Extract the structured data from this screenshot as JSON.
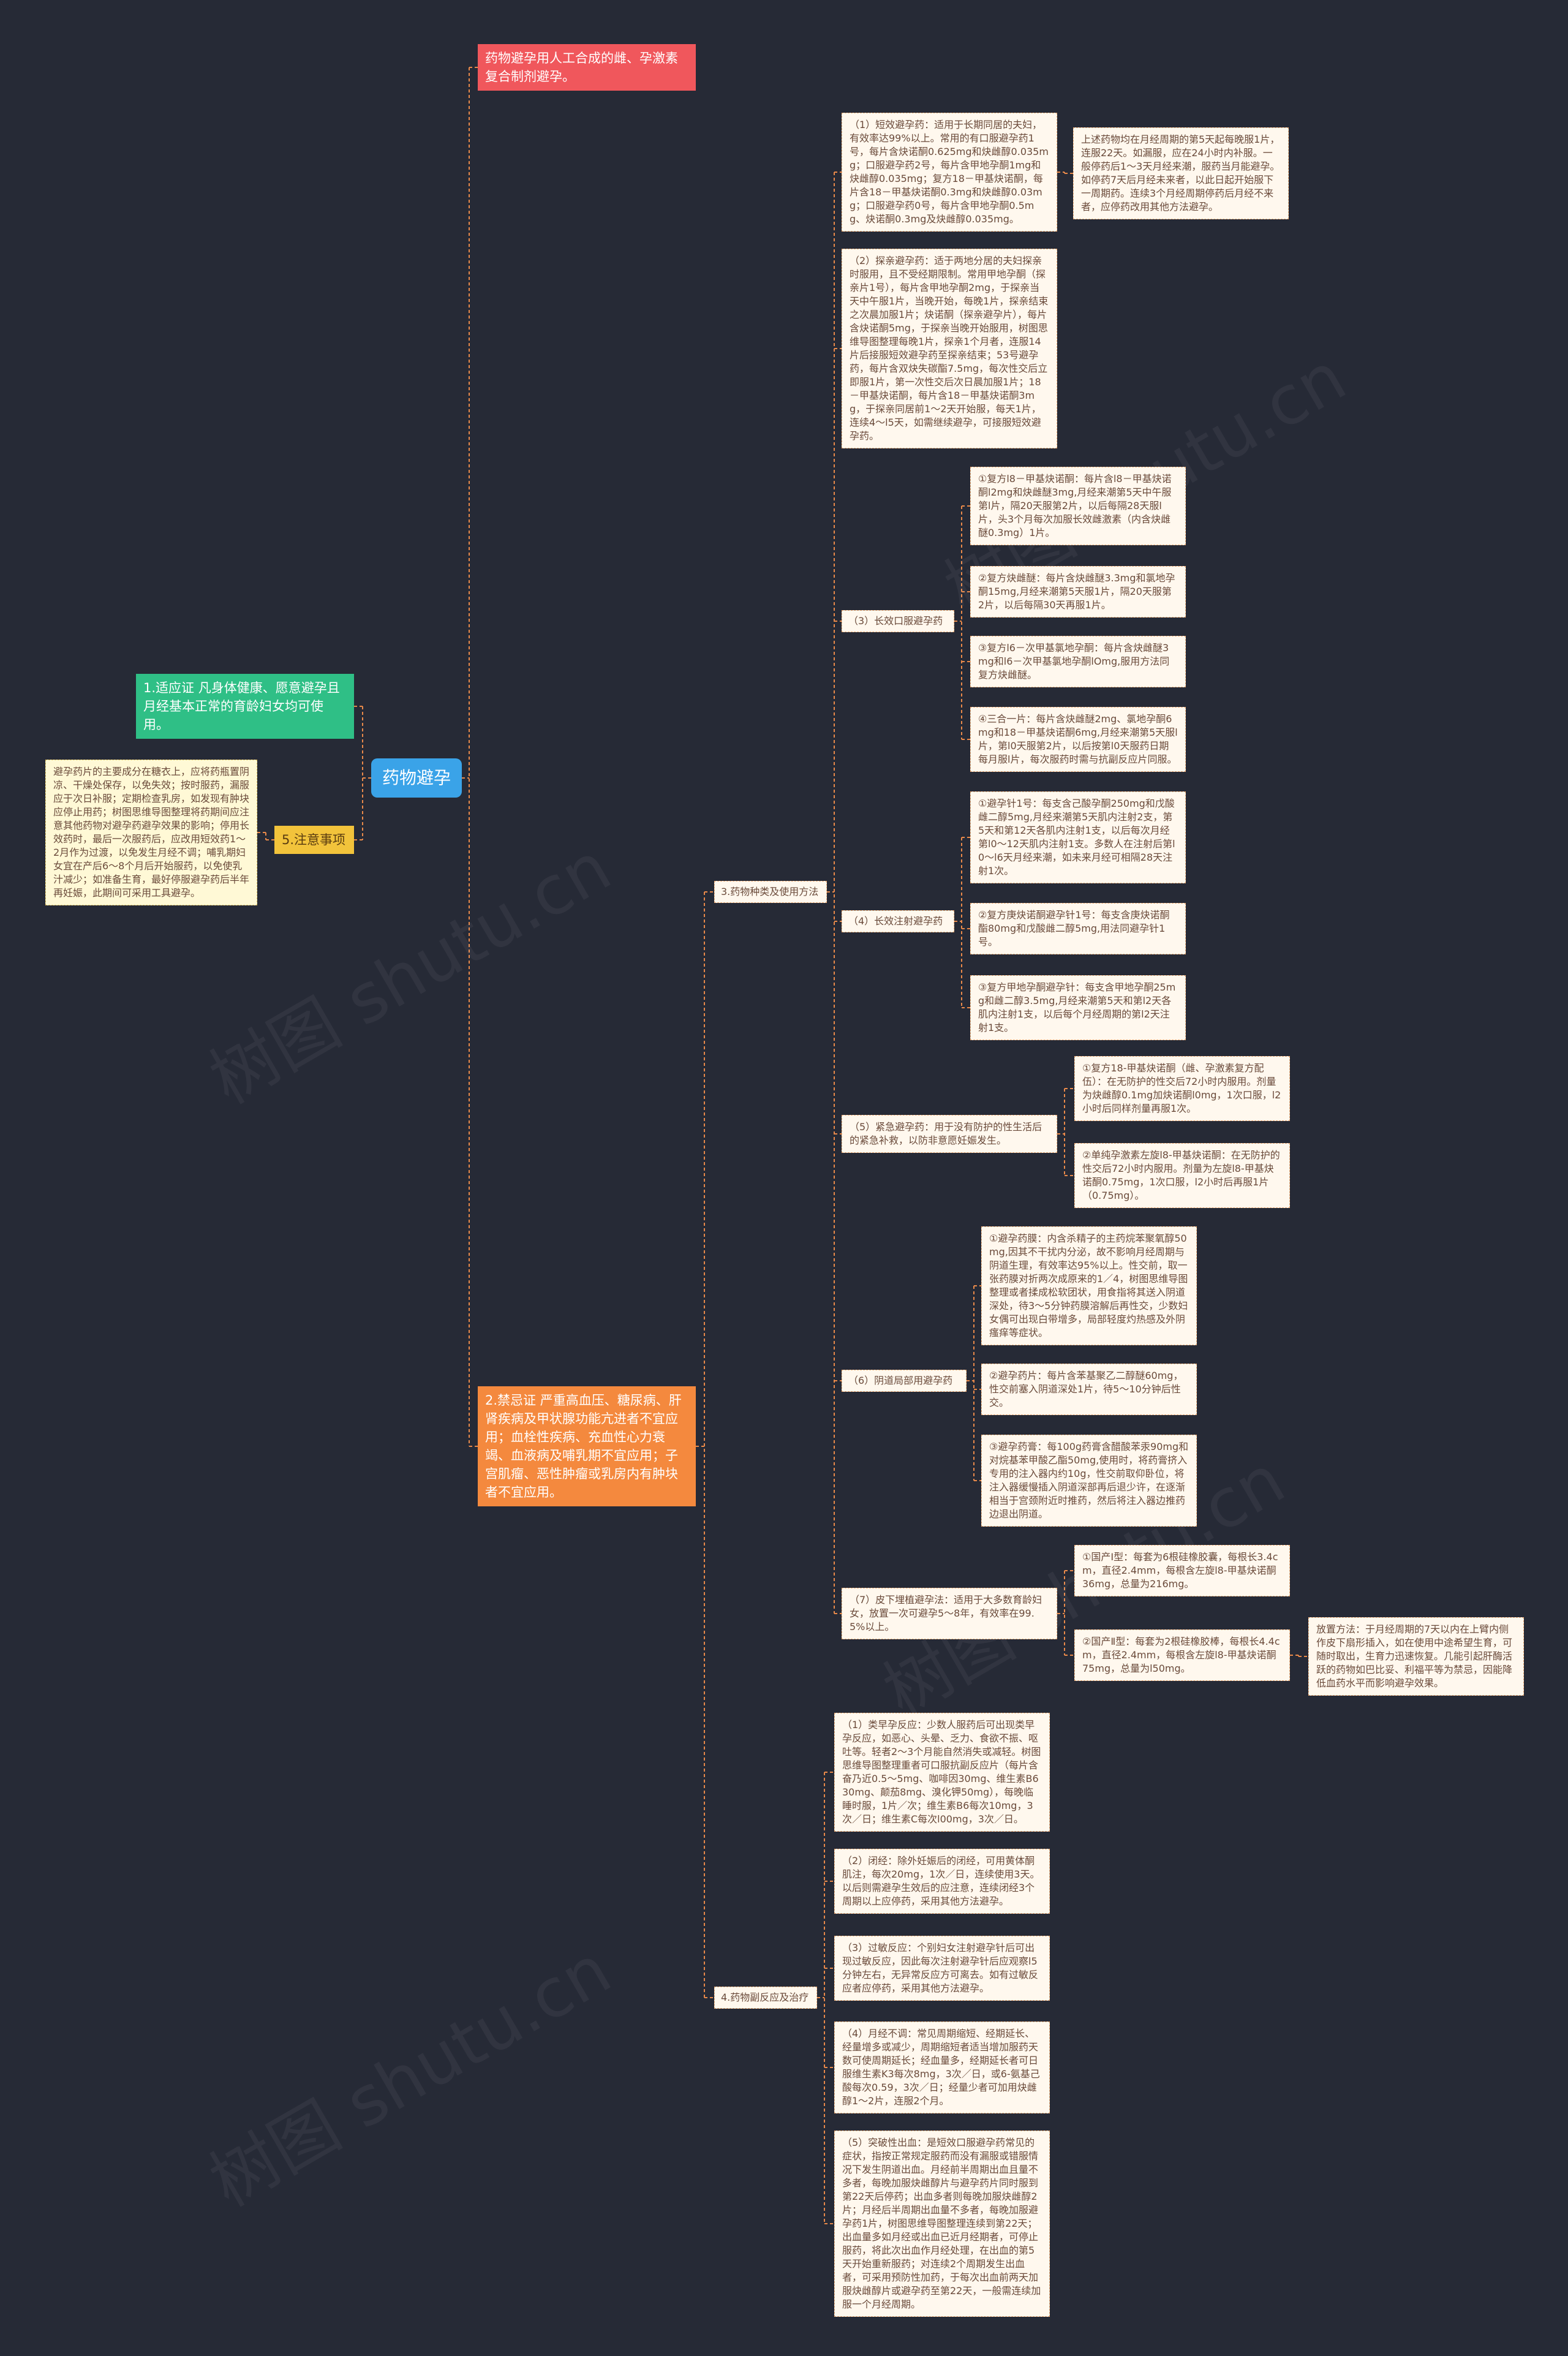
{
  "root": {
    "title": "药物避孕"
  },
  "branch1": {
    "text": "药物避孕用人工合成的雌、孕激素复合制剂避孕。"
  },
  "branch2": {
    "text": "2.禁忌证 严重高血压、糖尿病、肝肾疾病及甲状腺功能亢进者不宜应用；血栓性疾病、充血性心力衰竭、血液病及哺乳期不宜应用；子宫肌瘤、恶性肿瘤或乳房内有肿块者不宜应用。"
  },
  "branch_green": {
    "text": "1.适应证 凡身体健康、愿意避孕且月经基本正常的育龄妇女均可使用。"
  },
  "branch_yellow": {
    "label": "5.注意事项",
    "detail": "避孕药片的主要成分在糖衣上，应将药瓶置阴凉、干燥处保存，以免失效；按时服药，漏服应于次日补服；定期检查乳房，如发现有肿块应停止用药；树图思维导图整理将药期间应注意其他药物对避孕药避孕效果的影响；停用长效药时，最后一次服药后，应改用短效药1～2月作为过渡，以免发生月经不调；哺乳期妇女宜在产后6～8个月后开始服药，以免使乳汁减少；如准备生育，最好停服避孕药后半年再妊娠，此期间可采用工具避孕。"
  },
  "sec3": {
    "label": "3.药物种类及使用方法",
    "item1": {
      "text": "（1）短效避孕药：适用于长期同居的夫妇，有效率达99%以上。常用的有口服避孕药1号，每片含炔诺酮0.625mg和炔雌醇0.035mg；口服避孕药2号，每片含甲地孕酮1mg和炔雌醇0.035mg；复方18－甲基炔诺酮，每片含18－甲基炔诺酮0.3mg和炔雌醇0.03mg；口服避孕药0号，每片含甲地孕酮0.5mg、炔诺酮0.3mg及炔雌醇0.035mg。",
      "note": "上述药物均在月经周期的第5天起每晚服1片，连服22天。如漏服，应在24小时内补服。一般停药后1～3天月经来潮，服药当月能避孕。如停药7天后月经未来者，以此日起开始服下一周期药。连续3个月经周期停药后月经不来者，应停药改用其他方法避孕。"
    },
    "item2": {
      "text": "（2）探亲避孕药：适于两地分居的夫妇探亲时服用，且不受经期限制。常用甲地孕酮（探亲片1号），每片含甲地孕酮2mg，于探亲当天中午服1片，当晚开始，每晚1片，探亲结束之次晨加服1片；炔诺酮（探亲避孕片），每片含炔诺酮5mg，于探亲当晚开始服用，树图思维导图整理每晚1片，探亲1个月者，连服14片后接服短效避孕药至探亲结束；53号避孕药，每片含双炔失碳酯7.5mg，每次性交后立即服1片，第一次性交后次日晨加服1片；18－甲基炔诺酮，每片含18－甲基炔诺酮3mg，于探亲同居前1～2天开始服，每天1片，连续4～l5天，如需继续避孕，可接服短效避孕药。"
    },
    "item3": {
      "label": "（3）长效口服避孕药",
      "subs": [
        "①复方l8－甲基炔诺酮：每片含l8－甲基炔诺酮l2mg和炔雌醚3mg,月经来潮第5天中午服第l片，隔20天服第2片，以后每隔28天服l片，头3个月每次加服长效雌激素（内含炔雌醚0.3mg）1片。",
        "②复方炔雌醚：每片含炔雌醚3.3mg和氯地孕酮15mg,月经来潮第5天服1片，隔20天服第2片，以后每隔30天再服1片。",
        "③复方l6－次甲基氯地孕酮：每片含炔雌醚3mg和l6－次甲基氯地孕酮lOmg,服用方法同复方炔雌醚。",
        "④三合一片：每片含炔雌醚2mg、氯地孕酮6mg和18－甲基炔诺酮6mg,月经来潮第5天服l片，第l0天服第2片，以后按第l0天服药日期每月服l片，每次服药时需与抗副反应片同服。"
      ]
    },
    "item4": {
      "label": "（4）长效注射避孕药",
      "subs": [
        "①避孕针1号：每支含己酸孕酮250mg和戊酸雌二醇5mg,月经来潮第5天肌内注射2支，第5天和第12天各肌内注射1支，以后每次月经第l0～12天肌内注射1支。多数人在注射后第l0～l6天月经来潮，如未来月经可相隔28天注射1次。",
        "②复方庚炔诺酮避孕针1号：每支含庚炔诺酮酯80mg和戊酸雌二醇5mg,用法同避孕针1号。",
        "③复方甲地孕酮避孕针：每支含甲地孕酮25mg和雌二醇3.5mg,月经来潮第5天和第l2天各肌内注射1支，以后每个月经周期的第l2天注射1支。"
      ]
    },
    "item5": {
      "text": "（5）紧急避孕药：用于没有防护的性生活后的紧急补救，以防非意愿妊娠发生。",
      "subs": [
        "①复方18-甲基炔诺酮（雌、孕激素复方配伍）：在无防护的性交后72小时内服用。剂量为炔雌醇0.1mg加炔诺酮l0mg，1次口服，l2小时后同样剂量再服1次。",
        "②单纯孕激素左旋l8-甲基炔诺酮：在无防护的性交后72小时内服用。剂量为左旋l8-甲基炔诺酮0.75mg，1次口服，l2小时后再服1片（0.75mg）。"
      ]
    },
    "item6": {
      "label": "（6）阴道局部用避孕药",
      "subs": [
        "①避孕药膜：内含杀精子的主药烷苯聚氧醇50mg,因其不干扰内分泌，故不影响月经周期与阴道生理，有效率达95%以上。性交前，取一张药膜对折两次成原来的1／4，树图思维导图整理或者揉成松软团状，用食指将其送入阴道深处，待3～5分钟药膜溶解后再性交，少数妇女偶可出现白带增多，局部轻度灼热感及外阴瘙痒等症状。",
        "②避孕药片：每片含苯基聚乙二醇醚60mg，性交前塞入阴道深处1片，待5～10分钟后性交。",
        "③避孕药膏：每100g药膏含醋酸苯汞90mg和对烷基苯甲酸乙酯50mg,使用时，将药膏挤入专用的注入器内约10g，性交前取仰卧位，将注入器缓慢插入阴道深部再后退少许，在逐渐相当于宫颈附近时推药，然后将注入器边推药边退出阴道。"
      ]
    },
    "item7": {
      "text": "（7）皮下埋植避孕法：适用于大多数育龄妇女，放置一次可避孕5～8年，有效率在99.5%以上。",
      "subs": [
        "①国产Ⅰ型：每套为6根硅橡胶囊，每根长3.4cm，直径2.4mm，每根含左旋l8-甲基炔诺酮36mg，总量为216mg。",
        "②国产Ⅱ型：每套为2根硅橡胶棒，每根长4.4cm，直径2.4mm，每根含左旋l8-甲基炔诺酮75mg，总量为l50mg。"
      ],
      "note": "放置方法：于月经周期的7天以内在上臂内侧作皮下扇形插入，如在使用中途希望生育，可随时取出，生育力迅速恢复。几能引起肝酶活跃的药物如巴比妥、利福平等为禁忌，因能降低血药水平而影响避孕效果。"
    }
  },
  "sec4": {
    "label": "4.药物副反应及治疗",
    "items": [
      "（1）类早孕反应：少数人服药后可出现类早孕反应，如恶心、头晕、乏力、食欲不振、呕吐等。轻者2～3个月能自然消失或减轻。树图思维导图整理重者可口服抗副反应片（每片含奋乃近0.5～5mg、咖啡因30mg、维生素B630mg、颠茄8mg、溴化钾50mg），每晚临睡时服，1片／次；维生素B6每次10mg，3次／日；维生素C每次l00mg，3次／日。",
      "（2）闭经：除外妊娠后的闭经，可用黄体酮肌注，每次20mg，1次／日，连续使用3天。以后则需避孕生效后的应注意，连续闭经3个周期以上应停药，采用其他方法避孕。",
      "（3）过敏反应：个别妇女注射避孕针后可出现过敏反应，因此每次注射避孕针后应观察l5分钟左右，无异常反应方可离去。如有过敏反应者应停药，采用其他方法避孕。",
      "（4）月经不调：常见周期缩短、经期延长、经量增多或减少，周期缩短者适当增加服药天数可使周期延长；经血量多，经期延长者可日服维生素K3每次8mg，3次／日，或6-氨基己酸每次0.59，3次／日；经量少者可加用炔雌醇1～2片，连服2个月。",
      "（5）突破性出血：是短效口服避孕药常见的症状，指按正常规定服药而没有漏服或错服情况下发生阴道出血。月经前半周期出血且量不多者，每晚加服炔雌醇片与避孕药片同时服到第22天后停药；出血多者则每晚加服炔雌醇2片；月经后半周期出血量不多者，每晚加服避孕药1片，树图思维导图整理连续到第22天；出血量多如月经或出血已近月经期者，可停止服药，将此次出血作月经处理，在出血的第5天开始重新服药；对连续2个周期发生出血者，可采用预防性加药，于每次出血前两天加服炔雌醇片或避孕药至第22天，一般需连续加服一个月经周期。"
    ]
  },
  "watermark": "树图 shutu.cn",
  "colors": {
    "background": "#262a36",
    "root": "#3aa3e8",
    "red": "#f0575c",
    "orange": "#f4893e",
    "green": "#2fbf86",
    "yellow": "#f2c33b",
    "leaf_bg": "#fff8ee",
    "line": "#e8894a"
  }
}
